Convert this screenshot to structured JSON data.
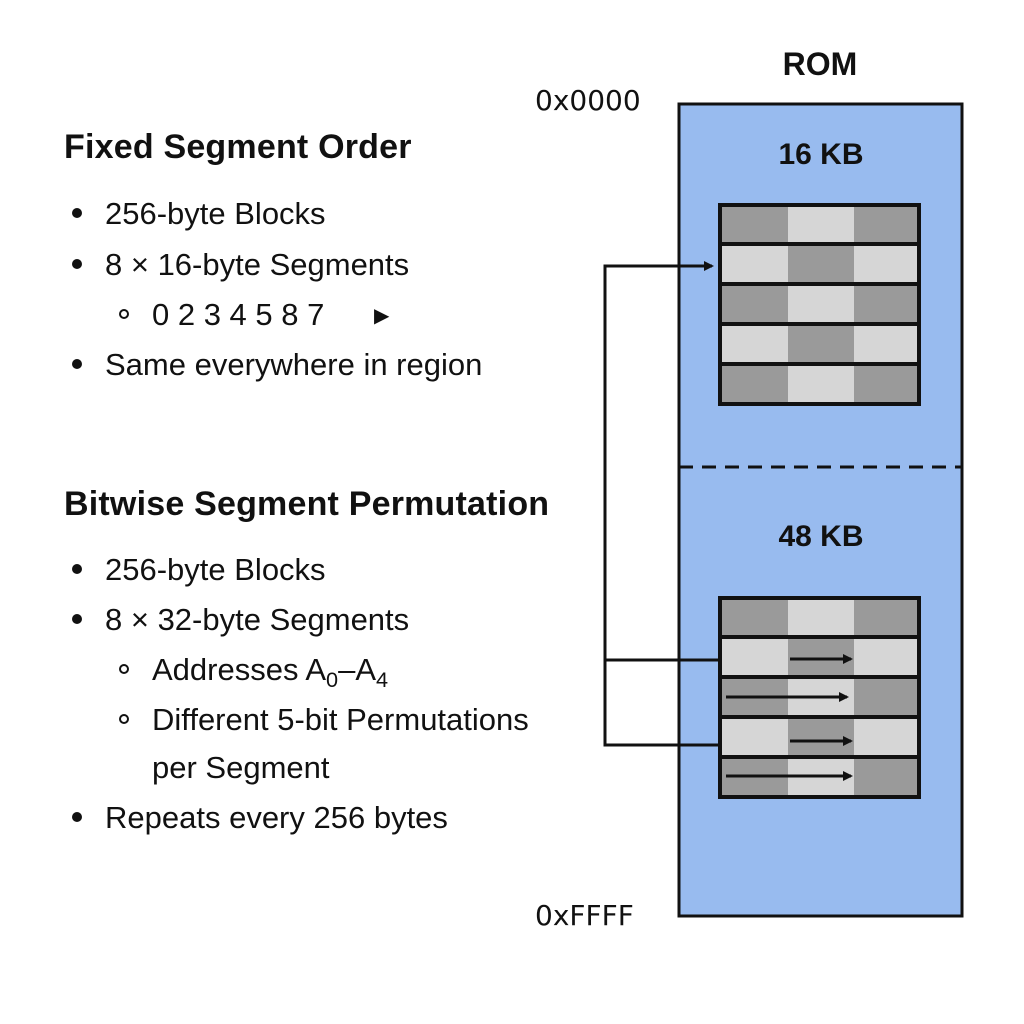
{
  "rom": {
    "title": "ROM",
    "start_addr": "0x0000",
    "end_addr": "0xFFFF",
    "fill_color": "#98bbef",
    "upper_region_label": "16 KB",
    "lower_region_label": "48 KB"
  },
  "fixed": {
    "heading": "Fixed Segment Order",
    "bullet_blocks": "256-byte Blocks",
    "bullet_segments": "8 × 16-byte Segments",
    "order_text": "0 2 3 4 5 8 7",
    "order_icon": "play-icon",
    "bullet_same": "Same everywhere in region"
  },
  "bitwise": {
    "heading": "Bitwise Segment Permutation",
    "bullet_blocks": "256-byte Blocks",
    "bullet_segments": "8 × 32-byte Segments",
    "addresses_prefix": "Addresses A",
    "addresses_sub0": "0",
    "addresses_dash": "–A",
    "addresses_sub4": "4",
    "permutation_line1": "Different 5-bit Permutations",
    "permutation_line2": "per Segment",
    "bullet_repeats": "Repeats every 256 bytes"
  },
  "colors": {
    "dark_cell": "#9a9a9a",
    "light_cell": "#d6d6d6",
    "lighter_cell": "#e2e2e2"
  }
}
